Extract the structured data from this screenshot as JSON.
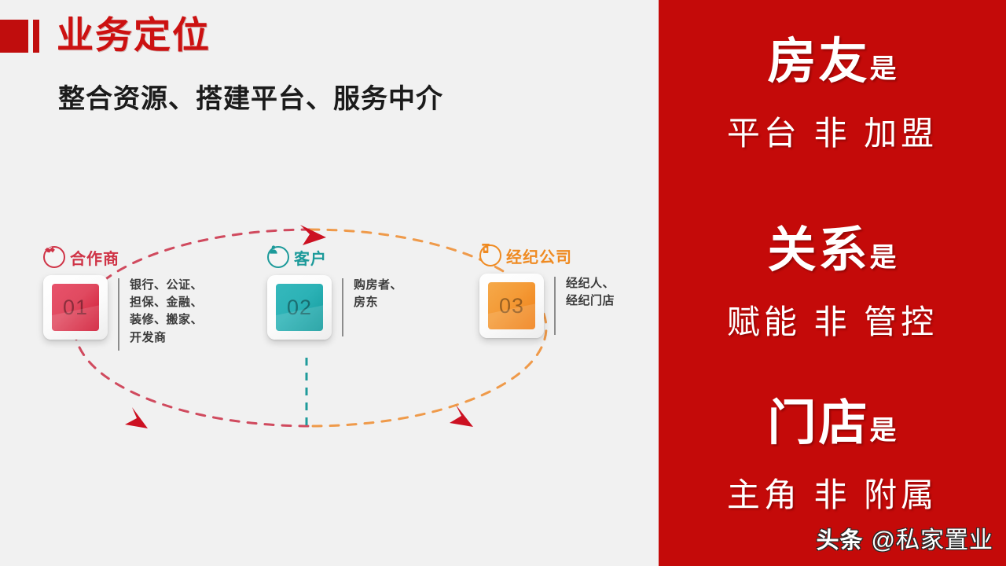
{
  "header": {
    "title": "业务定位",
    "subtitle": "整合资源、搭建平台、服务中介",
    "marker_icon": "red-square-marker",
    "title_color": "#cc1111",
    "subtitle_color": "#1b1b1b"
  },
  "diagram": {
    "nodes": [
      {
        "number": "01",
        "title": "合作商",
        "icon": "handshake-icon",
        "description": "银行、公证、\n担保、金融、\n装修、搬家、\n开发商",
        "color": "#cf3346"
      },
      {
        "number": "02",
        "title": "客户",
        "icon": "person-icon",
        "description": "购房者、\n房东",
        "color": "#1c9a9a"
      },
      {
        "number": "03",
        "title": "经纪公司",
        "icon": "storefront-icon",
        "description": "经纪人、\n经纪门店",
        "color": "#ef8a21"
      }
    ],
    "flow": {
      "shape": "dashed-ellipse",
      "arrow_color": "#cc1122",
      "left_arc_color": "#cf3346",
      "right_arc_color": "#ef8a21",
      "connector_color": "#1c9a9a"
    }
  },
  "right_panel": {
    "background_color": "#c40a09",
    "pillars": [
      {
        "subject": "房友",
        "copula": "是",
        "statement": "平台 非 加盟"
      },
      {
        "subject": "关系",
        "copula": "是",
        "statement": "赋能 非 管控"
      },
      {
        "subject": "门店",
        "copula": "是",
        "statement": "主角 非 附属"
      }
    ]
  },
  "watermark": {
    "brand": "头条",
    "handle": "@私家置业"
  }
}
